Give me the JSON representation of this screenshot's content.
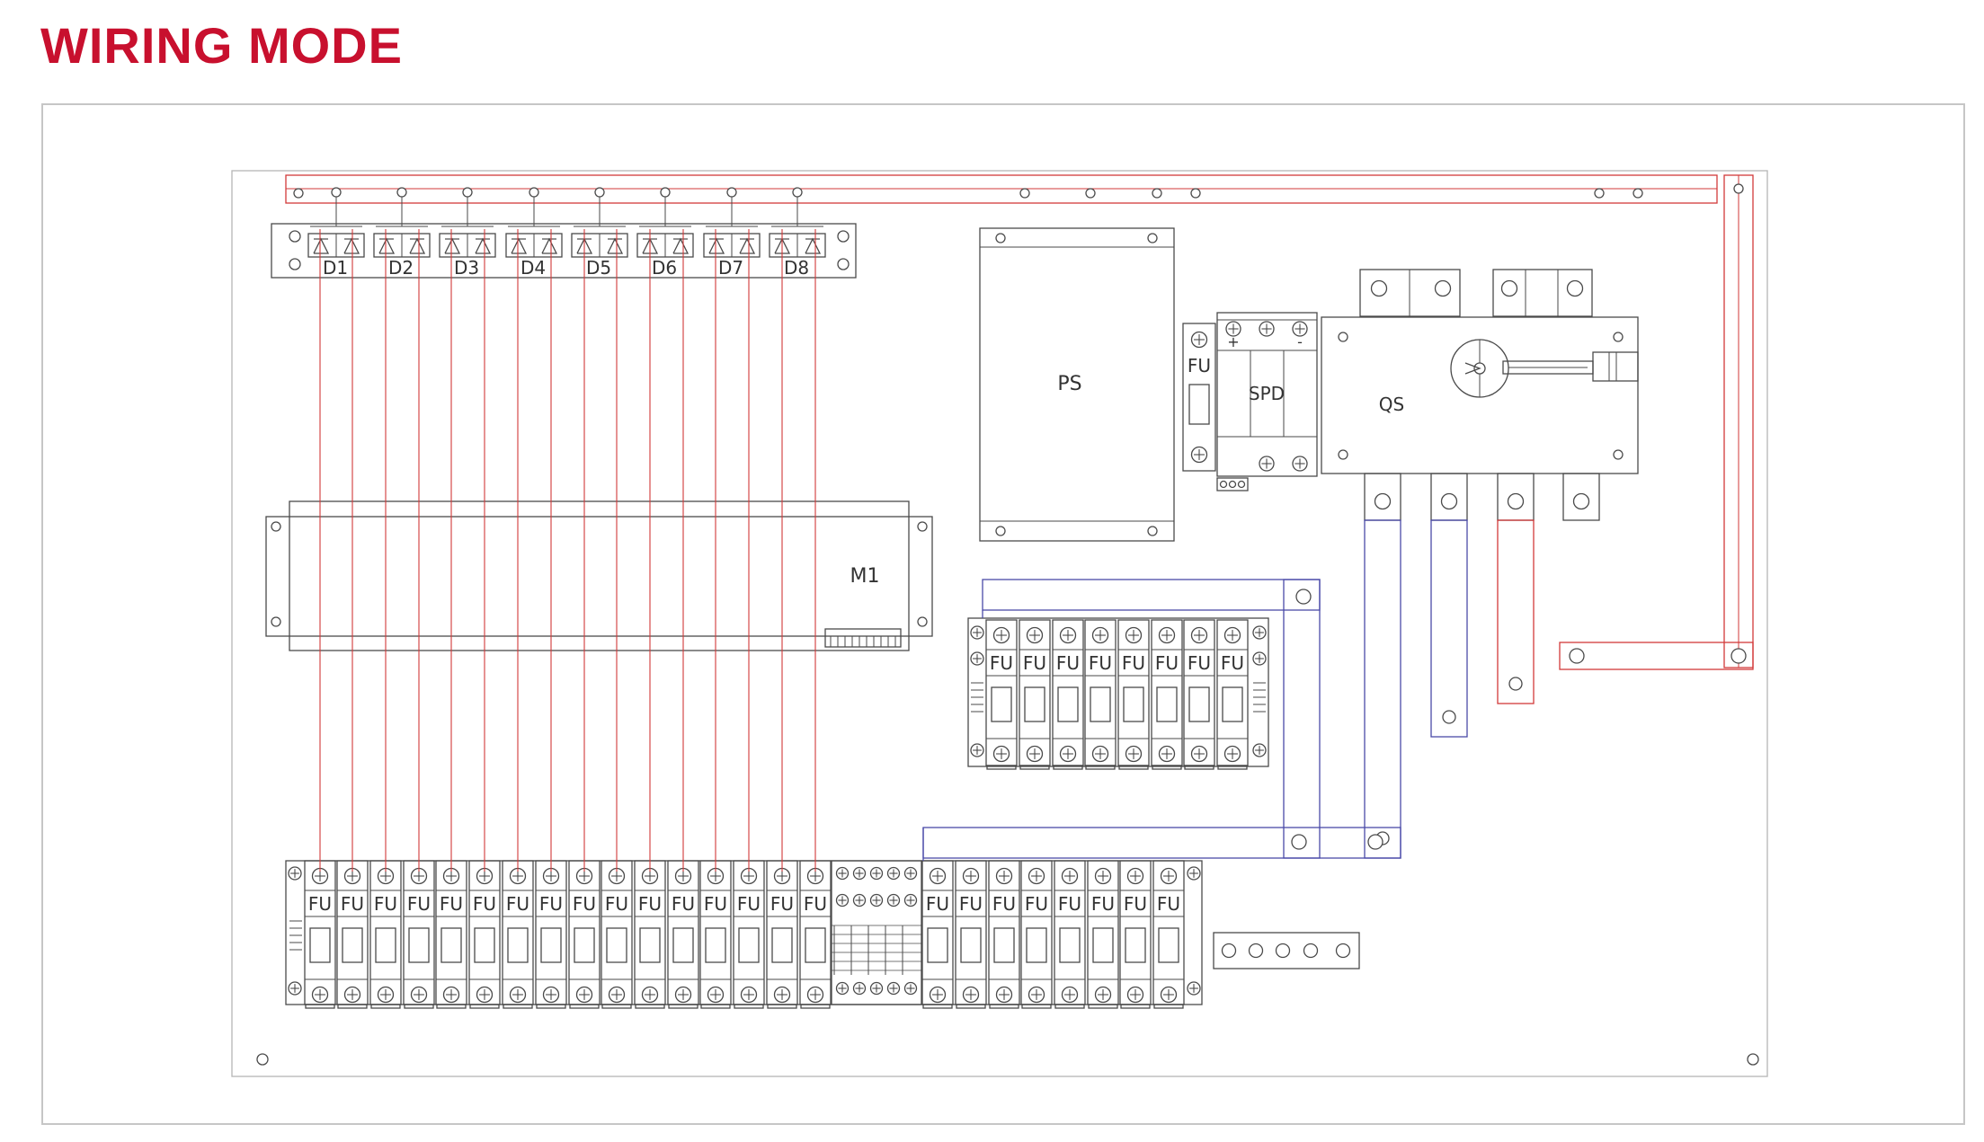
{
  "title": "WIRING MODE",
  "colors": {
    "title": "#c8102e",
    "red_wire": "#d23a3a",
    "blue_wire": "#4a4aa8",
    "line": "#4a4a4a"
  },
  "labels": {
    "diodes": [
      "D1",
      "D2",
      "D3",
      "D4",
      "D5",
      "D6",
      "D7",
      "D8"
    ],
    "monitor": "M1",
    "power_supply": "PS",
    "spd": "SPD",
    "switch": "QS",
    "fuse": "FU",
    "plus": "+",
    "minus": "-"
  }
}
